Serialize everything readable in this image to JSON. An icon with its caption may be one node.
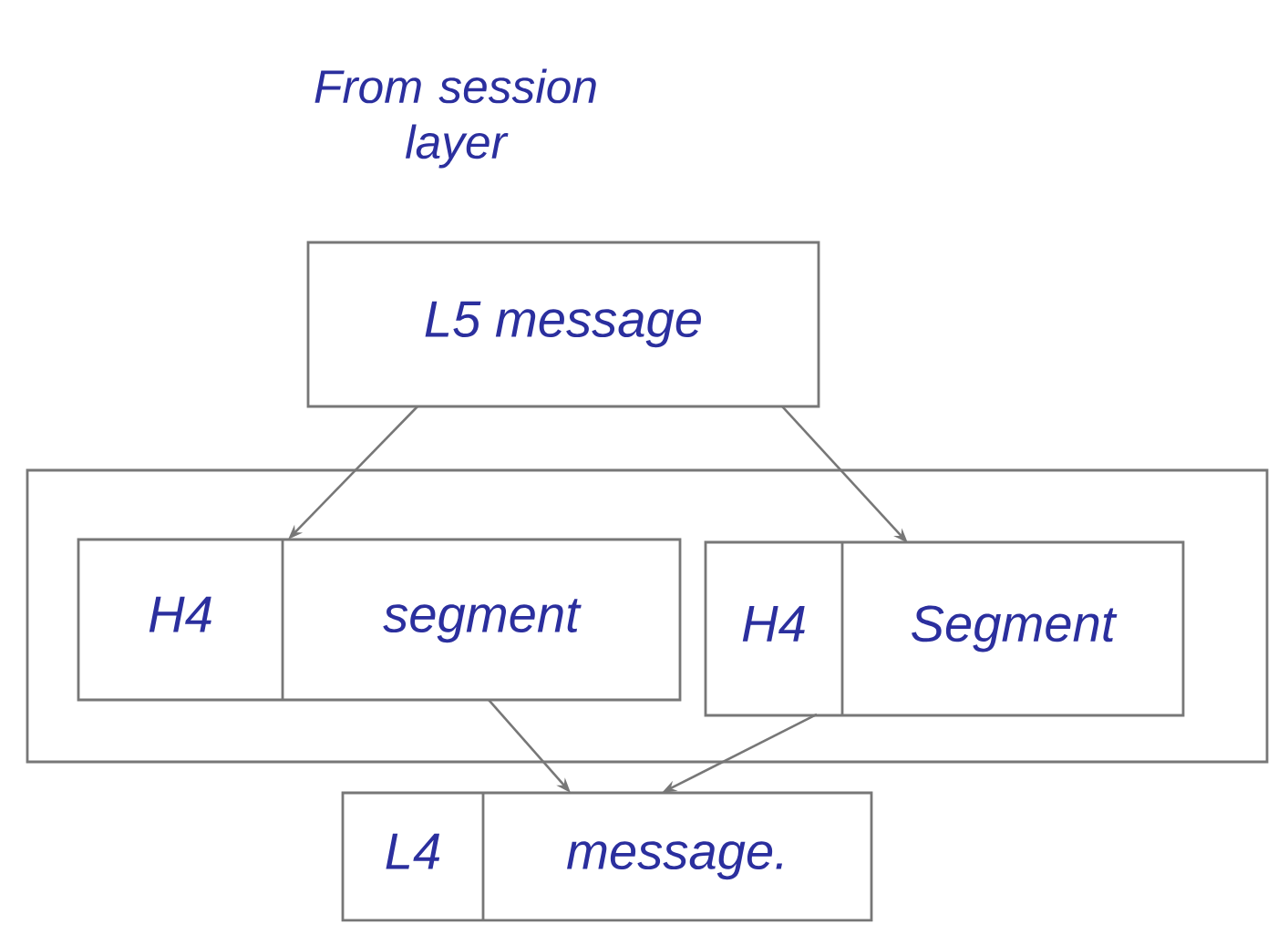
{
  "diagram": {
    "nodes": [
      {
        "text": [
          "L5 message"
        ]
      },
      {
        "text": [],
        "shape": "box"
      },
      {
        "text": [
          "H4",
          "segment"
        ],
        "in": 1
      },
      {
        "text": [
          "H4",
          "Segment"
        ],
        "in": 1
      },
      {
        "text": [
          "L4",
          "message."
        ]
      }
    ],
    "edges": [
      {
        "from": 0,
        "to": 2,
        "arrow": "to"
      },
      {
        "from": 0,
        "to": 3,
        "arrow": "to"
      },
      {
        "from": 2,
        "to": 4,
        "arrow": "to"
      },
      {
        "from": 3,
        "to": 4,
        "arrow": "to"
      }
    ],
    "labels": [
      "From session layer"
    ]
  }
}
